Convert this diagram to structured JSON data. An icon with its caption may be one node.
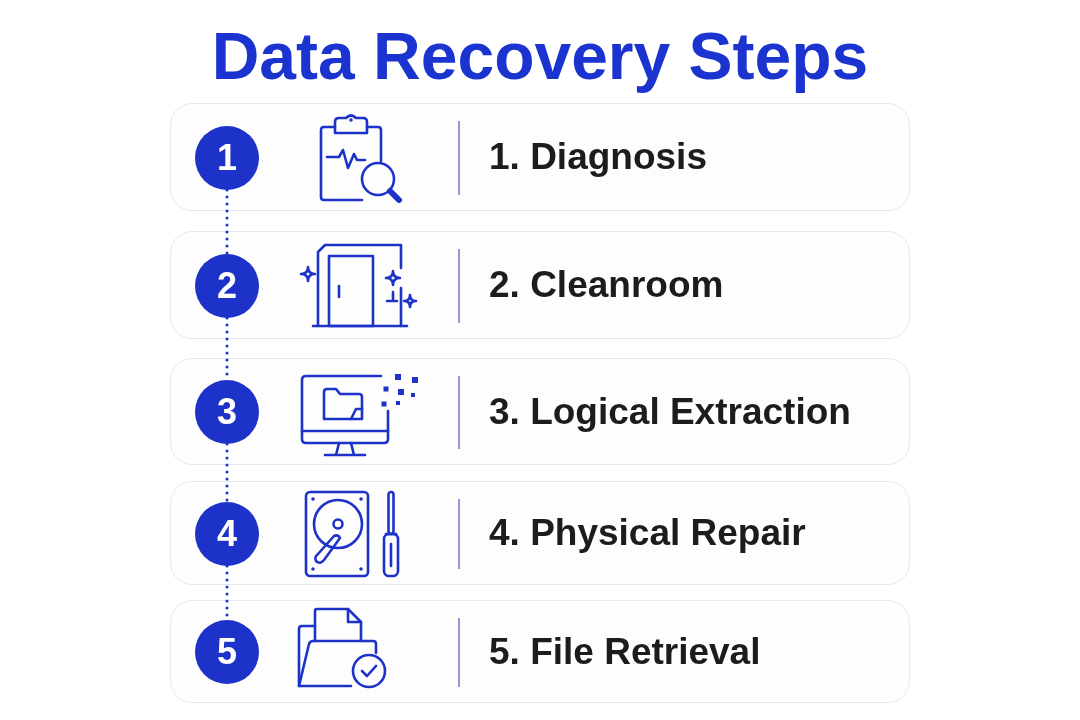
{
  "diagram": {
    "title": "Data Recovery Steps",
    "nodes": [
      {
        "text": [
          "1. Diagnosis"
        ]
      },
      {
        "text": [
          "1"
        ],
        "in": 0
      },
      {
        "text": [
          "2. Cleanroom"
        ]
      },
      {
        "text": [
          "2"
        ],
        "in": 2
      },
      {
        "text": [
          "3. Logical Extraction"
        ]
      },
      {
        "text": [
          "3"
        ],
        "in": 4
      },
      {
        "text": [
          "4. Physical Repair"
        ]
      },
      {
        "text": [
          "4"
        ],
        "in": 6
      },
      {
        "text": [
          "5. File Retrieval"
        ]
      },
      {
        "text": [
          "5"
        ],
        "in": 8
      }
    ],
    "edges": [
      {
        "from": 1,
        "to": 3,
        "arrow": "none",
        "style": "dashed"
      },
      {
        "from": 3,
        "to": 5,
        "arrow": "none",
        "style": "dashed"
      },
      {
        "from": 5,
        "to": 7,
        "arrow": "none",
        "style": "dashed"
      },
      {
        "from": 7,
        "to": 9,
        "arrow": "none",
        "style": "dashed"
      }
    ]
  }
}
